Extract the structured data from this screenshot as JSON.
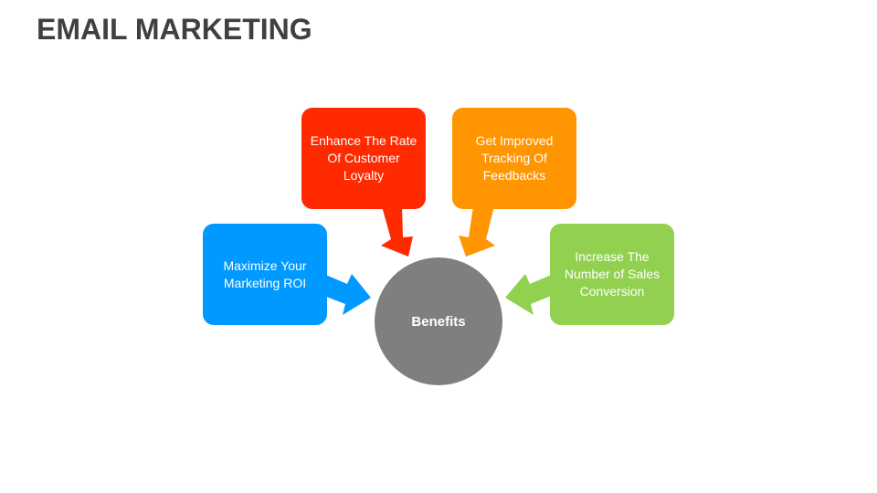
{
  "slide": {
    "title": "EMAIL MARKETING"
  },
  "diagram": {
    "center": {
      "label": "Benefits",
      "color": "#7f7f7f"
    },
    "boxes": [
      {
        "id": "loyalty",
        "label": "Enhance The Rate Of Customer Loyalty",
        "color": "#ff2a00"
      },
      {
        "id": "tracking",
        "label": "Get Improved Tracking Of Feedbacks",
        "color": "#ff9500"
      },
      {
        "id": "roi",
        "label": "Maximize Your Marketing ROI",
        "color": "#0099ff"
      },
      {
        "id": "sales",
        "label": "Increase The Number of Sales Conversion",
        "color": "#92d050"
      }
    ]
  }
}
